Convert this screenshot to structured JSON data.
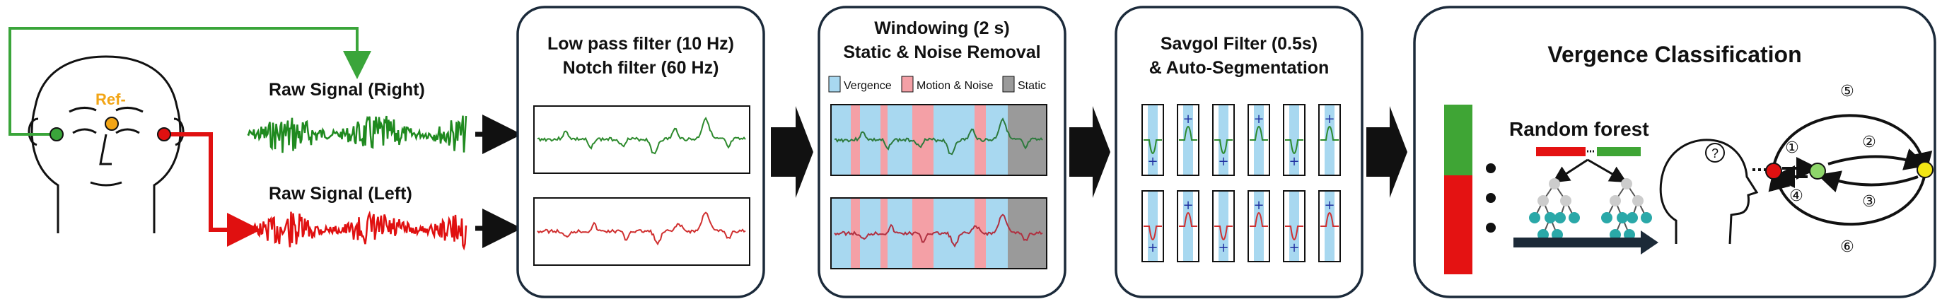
{
  "electrodes": {
    "reference_label": "Ref-",
    "colors": {
      "right": "#3aa53a",
      "reference": "#f2a516",
      "left": "#e01010"
    }
  },
  "raw_signals": {
    "right_label": "Raw Signal (Right)",
    "left_label": "Raw Signal (Left)",
    "right_color": "#1f8a1f",
    "left_color": "#e01010"
  },
  "panel_filter": {
    "line1": "Low pass filter (10 Hz)",
    "line2": "Notch filter (60 Hz)"
  },
  "panel_windowing": {
    "line1": "Windowing (2 s)",
    "line2": "Static & Noise Removal",
    "legend": [
      {
        "label": "Vergence",
        "color": "#a8d8f0"
      },
      {
        "label": "Motion & Noise",
        "color": "#f4a0a6"
      },
      {
        "label": "Static",
        "color": "#9a9a9a"
      }
    ]
  },
  "panel_savgol": {
    "line1": "Savgol Filter (0.5s)",
    "line2": "& Auto-Segmentation"
  },
  "panel_classification": {
    "title": "Vergence Classification",
    "model_label": "Random forest",
    "query_symbol": "?",
    "transitions": [
      "①",
      "②",
      "③",
      "④",
      "⑤",
      "⑥"
    ],
    "state_colors": [
      "#e01010",
      "#8ed66a",
      "#f2e614"
    ]
  }
}
